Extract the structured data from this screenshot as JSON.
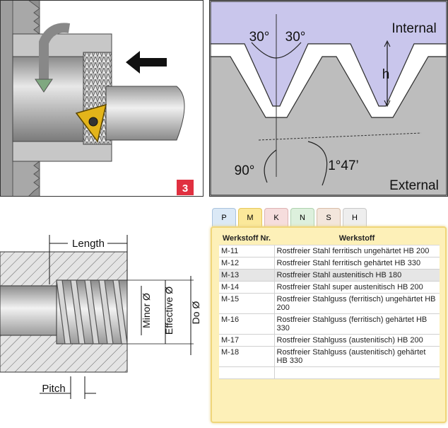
{
  "panel_badge": "3",
  "thread_profile": {
    "label_internal": "Internal",
    "label_external": "External",
    "angle_left": "30°",
    "angle_right": "30°",
    "label_h": "h",
    "angle_90": "90°",
    "angle_lead": "1°47’"
  },
  "thread_dimensions": {
    "length": "Length",
    "pitch": "Pitch",
    "minor": "Minor Ø",
    "effective": "Effective Ø",
    "do": "Do Ø"
  },
  "material_tabs": [
    "P",
    "M",
    "K",
    "N",
    "S",
    "H"
  ],
  "active_tab": "M",
  "material_table": {
    "header_code": "Werkstoff Nr.",
    "header_name": "Werkstoff",
    "rows": [
      {
        "code": "M-11",
        "name": "Rostfreier Stahl ferritisch ungehärtet HB 200"
      },
      {
        "code": "M-12",
        "name": "Rostfreier Stahl ferritisch gehärtet HB 330"
      },
      {
        "code": "M-13",
        "name": "Rostfreier Stahl austenitisch HB 180"
      },
      {
        "code": "M-14",
        "name": "Rostfreier Stahl super austenitisch HB 200"
      },
      {
        "code": "M-15",
        "name": "Rostfreier Stahlguss (ferritisch) ungehärtet HB 200"
      },
      {
        "code": "M-16",
        "name": "Rostfreier Stahlguss (ferritisch) gehärtet HB 330"
      },
      {
        "code": "M-17",
        "name": "Rostfreier Stahlguss (austenitisch) HB 200"
      },
      {
        "code": "M-18",
        "name": "Rostfreier Stahlguss (austenitisch) gehärtet HB 330"
      }
    ],
    "highlighted_row": 2
  },
  "colors": {
    "internal_fill": "#c9c6ec",
    "external_fill": "#bdbdbd",
    "insert": "#e3b41a",
    "badge": "#e03040",
    "tab_active": "#fbe89a",
    "table_bg": "#fdf0b8"
  }
}
